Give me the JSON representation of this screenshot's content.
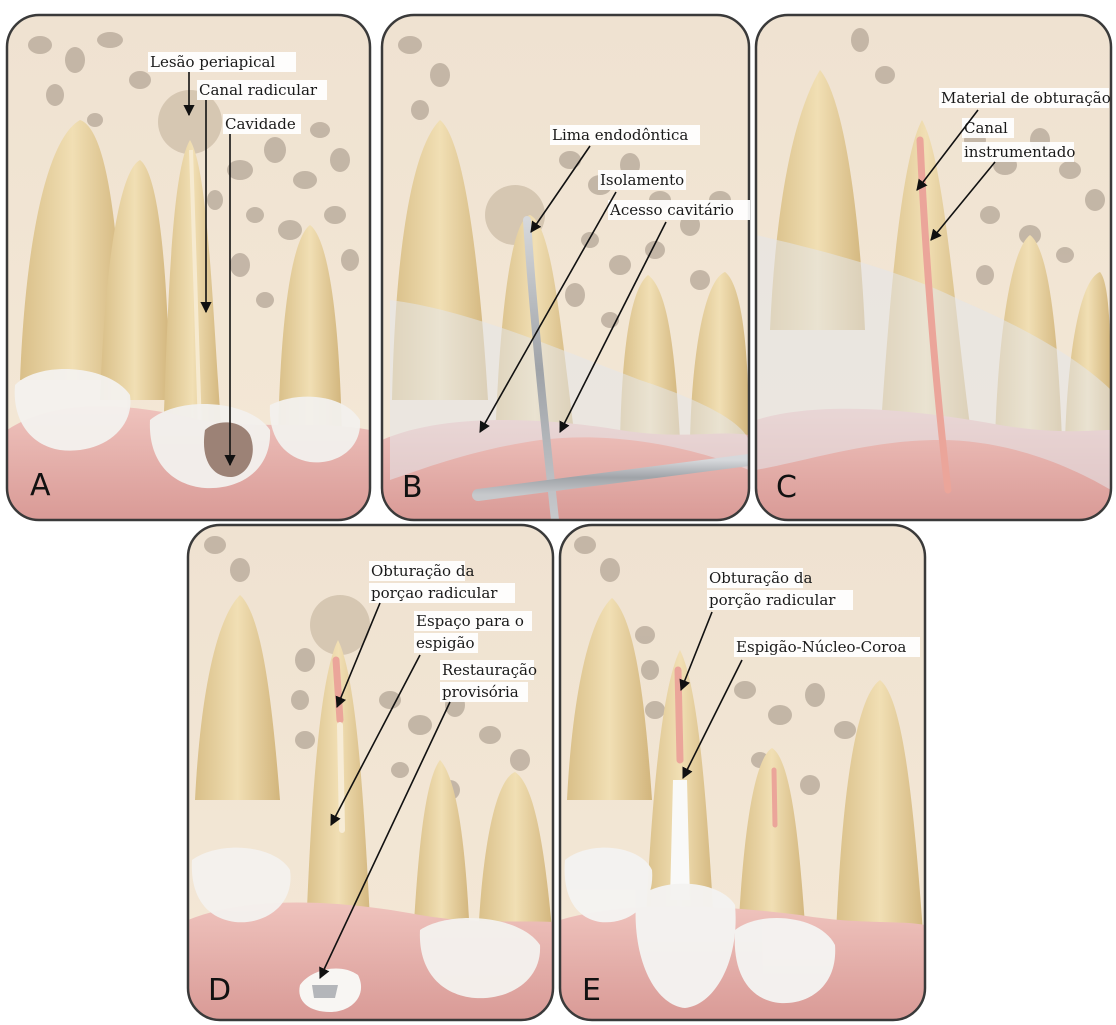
{
  "panels": [
    {
      "letter": "A",
      "labels": [
        "Lesão periapical",
        "Canal radicular",
        "Cavidade"
      ]
    },
    {
      "letter": "B",
      "labels": [
        "Lima endodôntica",
        "Isolamento",
        "Acesso cavitário"
      ]
    },
    {
      "letter": "C",
      "labels": [
        "Material de obturação",
        "Canal",
        "instrumentado"
      ]
    },
    {
      "letter": "D",
      "labels": [
        "Obturação da",
        "porçao radicular",
        "Espaço para o",
        "espigão",
        "Restauração",
        "provisória"
      ]
    },
    {
      "letter": "E",
      "labels": [
        "Obturação da",
        "porção radicular",
        "Espigão-Núcleo-Coroa"
      ]
    }
  ],
  "colors": {
    "background": "#ffffff",
    "panel_border": "#3a3a3a",
    "bone": "#f0e2cf",
    "bone_hole": "#b7a89b",
    "tooth": "#e8d4a4",
    "gum": "#e2a8a4",
    "filling": "#eba59a",
    "instrument": "#b9bcc0",
    "crown": "#f5f5f3"
  }
}
